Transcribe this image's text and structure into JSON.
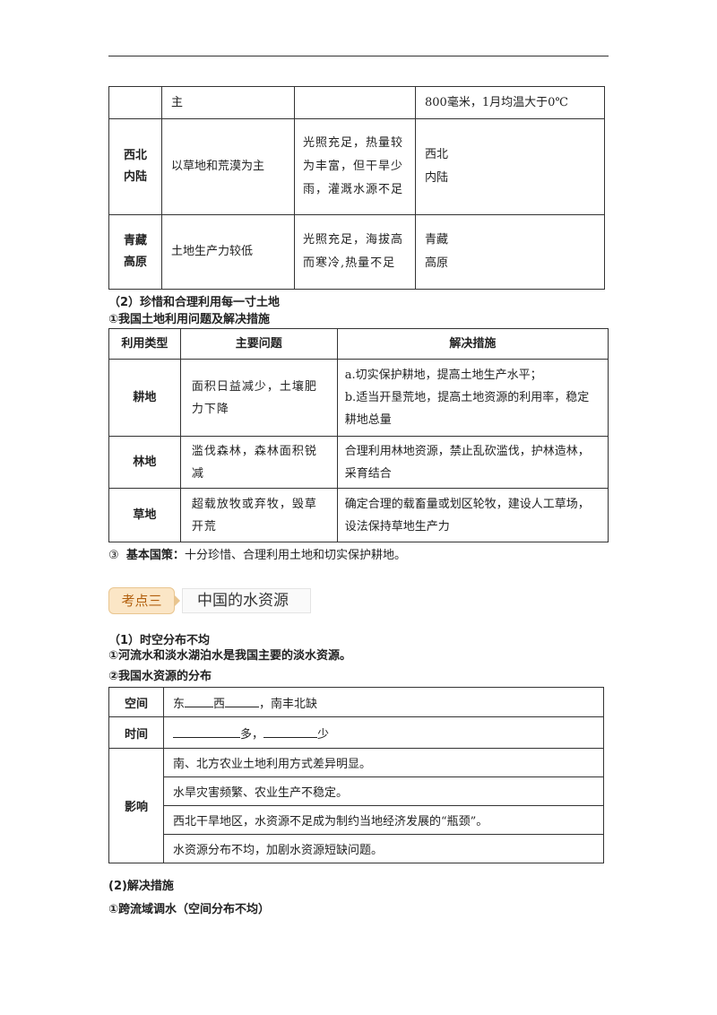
{
  "table1": {
    "rows": [
      {
        "region": "",
        "land": "主",
        "condition": "",
        "area": "800毫米，1月均温大于0℃"
      },
      {
        "region": "西北\n内陆",
        "land": "以草地和荒漠为主",
        "condition": "光照充足，热量较为丰富，但干旱少雨，灌溉水源不足",
        "area": "西北\n内陆"
      },
      {
        "region": "青藏\n高原",
        "land": "土地生产力较低",
        "condition": "光照充足，海拔高而寒冷,热量不足",
        "area": "青藏\n高原"
      }
    ]
  },
  "section2_heading": "（2）珍惜和合理利用每一寸土地",
  "section2_sub": "①我国土地利用问题及解决措施",
  "table2": {
    "headers": [
      "利用类型",
      "主要问题",
      "解决措施"
    ],
    "rows": [
      {
        "type": "耕地",
        "problem": "面积日益减少，土壤肥力下降",
        "solution": "a.切实保护耕地，提高土地生产水平；\nb.适当开垦荒地，提高土地资源的利用率，稳定耕地总量"
      },
      {
        "type": "林地",
        "problem": "滥伐森林，森林面积锐减",
        "solution": "合理利用林地资源，禁止乱砍滥伐，护林造林，采育结合"
      },
      {
        "type": "草地",
        "problem": "超载放牧或弃牧，毁草开荒",
        "solution": "确定合理的载畜量或划区轮牧，建设人工草场，设法保持草地生产力"
      }
    ]
  },
  "policy": {
    "num": "③",
    "label": "基本国策：",
    "text": "十分珍惜、合理利用土地和切实保护耕地。"
  },
  "kaodian": {
    "badge": "考点三",
    "title": "中国的水资源"
  },
  "water": {
    "h1": "（1）时空分布不均",
    "h2": "①河流水和淡水湖泊水是我国主要的淡水资源。",
    "h3": "②我国水资源的分布"
  },
  "table3": {
    "space_label": "空间",
    "space_a": "东",
    "space_b": "西",
    "space_c": "，南丰北缺",
    "time_label": "时间",
    "time_a": "多，",
    "time_b": "少",
    "impact_label": "影响",
    "impacts": [
      "南、北方农业土地利用方式差异明显。",
      "水旱灾害频繁、农业生产不稳定。",
      "西北干旱地区，水资源不足成为制约当地经济发展的“瓶颈”。",
      "水资源分布不均，加剧水资源短缺问题。"
    ]
  },
  "section_solutions": "(2)解决措施",
  "section_solutions_sub": "①跨流域调水（空间分布不均）"
}
